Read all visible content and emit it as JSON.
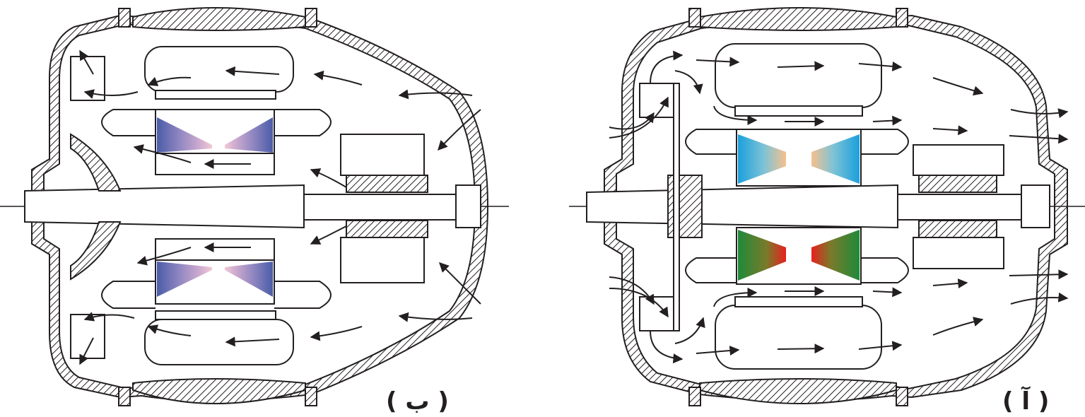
{
  "panels": {
    "left": {
      "label": "( ب )"
    },
    "right": {
      "label": "( آ )"
    }
  },
  "colors": {
    "ink": "#231f20",
    "left_gradient": [
      "#4a5ca8",
      "#8e86c0",
      "#c9a8cf",
      "#f2c8d4"
    ],
    "right_top_gradient": [
      "#1aa0dc",
      "#7fc3d6",
      "#f6c08d"
    ],
    "right_bottom_gradient": [
      "#1e8a3a",
      "#7a7a2a",
      "#e8201e"
    ]
  },
  "flow_direction": {
    "left": "towards-fan-left",
    "right": "away-from-fan-right"
  }
}
